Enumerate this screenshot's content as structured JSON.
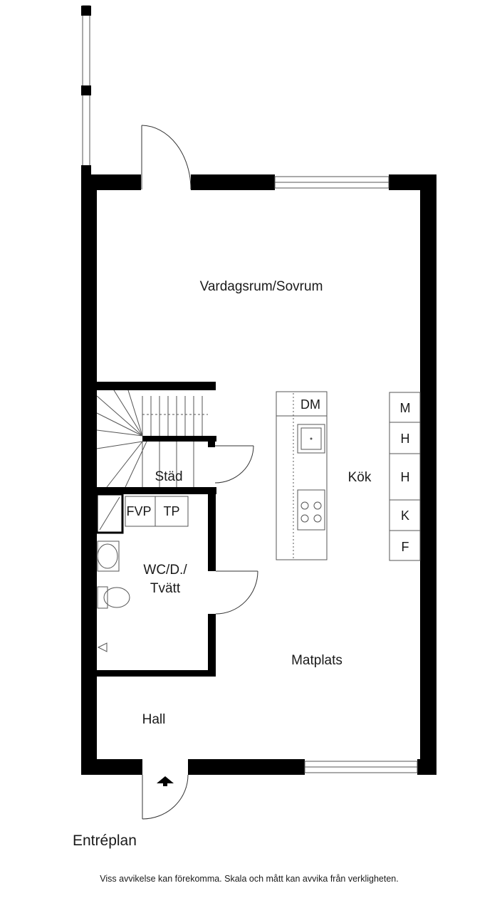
{
  "rooms": {
    "living": "Vardagsrum/Sovrum",
    "kitchen": "Kök",
    "dining": "Matplats",
    "hall": "Hall",
    "cleaning": "Städ",
    "wc": "WC/D./",
    "wc_line2": "Tvätt"
  },
  "fixtures": {
    "dishwasher": "DM",
    "fvp": "FVP",
    "tp": "TP",
    "cabinets": [
      "M",
      "H",
      "H",
      "K",
      "F"
    ]
  },
  "plan_title": "Entréplan",
  "disclaimer": "Viss avvikelse kan förekomma. Skala och mått kan avvika från verkligheten."
}
